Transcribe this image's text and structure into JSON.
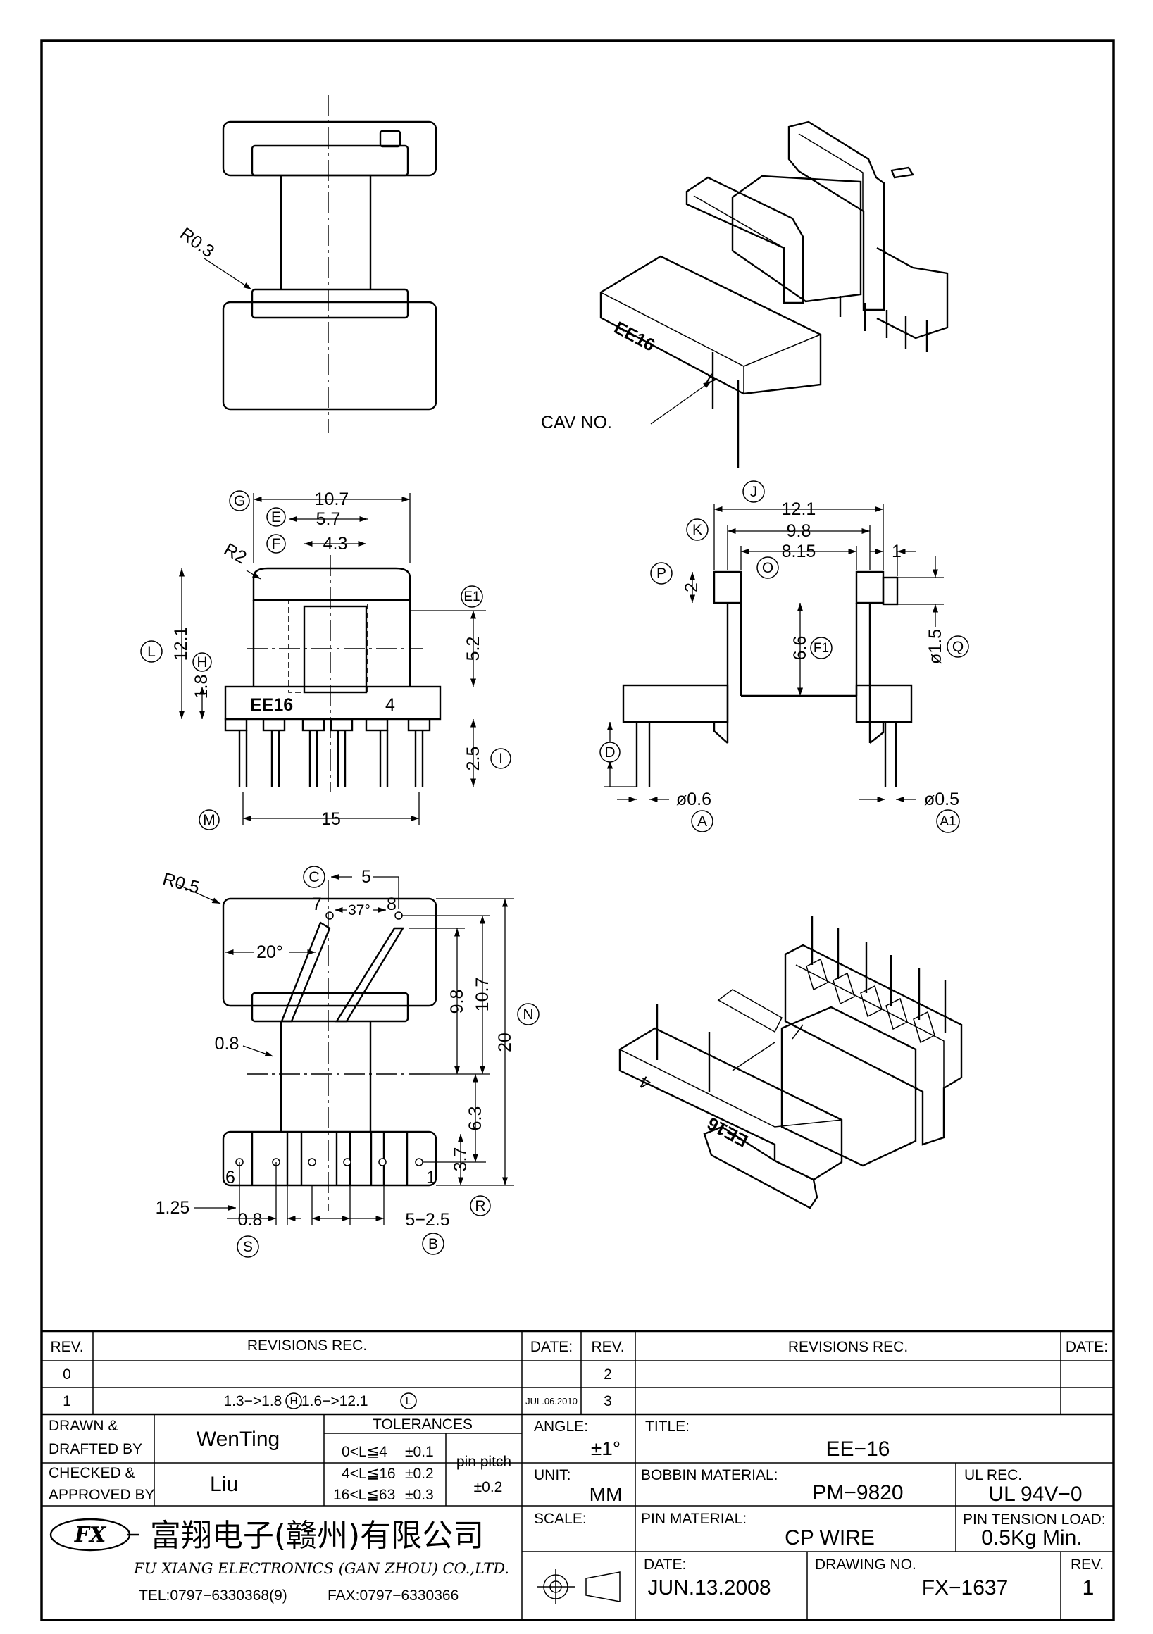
{
  "drawing": {
    "top_view": {
      "radius_label": "R0.3"
    },
    "iso_view_top": {
      "mold_text": "EE16",
      "cavity_text": "4",
      "cav_label": "CAV  NO."
    },
    "front_view": {
      "dims": {
        "width_g": "10.7",
        "width_e": "5.7",
        "width_f": "4.3",
        "radius": "R2",
        "height_l": "12.1",
        "base_h": "1.8",
        "window_e1": "5.2",
        "pin_i": "2.5",
        "span_m": "15"
      },
      "markers": {
        "g": "G",
        "e": "E",
        "f": "F",
        "l": "L",
        "h": "H",
        "e1": "E1",
        "i": "I",
        "m": "M"
      },
      "mold_text": "EE16",
      "cavity_text": "4"
    },
    "side_view": {
      "dims": {
        "j": "12.1",
        "k": "9.8",
        "o": "8.15",
        "one": "1",
        "p": "2",
        "f1": "6.6",
        "q": "ø1.5",
        "a": "ø0.6",
        "a1": "ø0.5"
      },
      "markers": {
        "j": "J",
        "k": "K",
        "o": "O",
        "p": "P",
        "f1": "F1",
        "q": "Q",
        "d": "D",
        "a": "A",
        "a1": "A1"
      }
    },
    "bottom_view": {
      "dims": {
        "r05": "R0.5",
        "c5": "5",
        "angle37": "37°",
        "angle20": "20°",
        "w08a": "0.8",
        "h98": "9.8",
        "h107": "10.7",
        "h20": "20",
        "h63": "6.3",
        "h37": "3.7",
        "l125": "1.25",
        "w08b": "0.8",
        "pitch": "5−2.5"
      },
      "markers": {
        "c": "C",
        "n": "N",
        "r": "R",
        "s": "S",
        "b": "B"
      },
      "pins": {
        "p7": "7",
        "p8": "8",
        "p6": "6",
        "p1": "1"
      }
    },
    "iso_view_bottom": {
      "mold_text": "EE16",
      "cavity_text": "4"
    }
  },
  "revisions": {
    "headers": {
      "rev": "REV.",
      "rec": "REVISIONS   REC.",
      "date": "DATE:"
    },
    "rows_left": [
      {
        "rev": "0",
        "text": "",
        "date": ""
      },
      {
        "rev": "1",
        "text": "1.3−>1.8 , 11.6−>12.1",
        "marker_h": "H",
        "marker_l": "L",
        "date": "JUL.06.2010"
      }
    ],
    "rows_right": [
      {
        "rev": "2"
      },
      {
        "rev": "3"
      }
    ]
  },
  "title_block": {
    "drawn_label": "DRAWN  &",
    "drafted_label": "DRAFTED  BY",
    "drawn_by": "WenTing",
    "checked_label": "CHECKED  &",
    "approved_label": "APPROVED  BY",
    "checked_by": "Liu",
    "tolerances_label": "TOLERANCES",
    "tolerances": [
      {
        "range": "0<L≦4",
        "tol": "±0.1"
      },
      {
        "range": "4<L≦16",
        "tol": "±0.2"
      },
      {
        "range": "16<L≦63",
        "tol": "±0.3"
      }
    ],
    "pin_pitch_label": "pin  pitch",
    "pin_pitch_tol": "±0.2",
    "angle_label": "ANGLE:",
    "angle_value": "±1°",
    "unit_label": "UNIT:",
    "unit_value": "MM",
    "scale_label": "SCALE:",
    "title_label": "TITLE:",
    "title_value": "EE−16",
    "bobbin_material_label": "BOBBIN  MATERIAL:",
    "bobbin_material": "PM−9820",
    "ul_label": "UL  REC.",
    "ul_value": "UL  94V−0",
    "pin_material_label": "PIN  MATERIAL:",
    "pin_material": "CP  WIRE",
    "pin_tension_label": "PIN  TENSION  LOAD:",
    "pin_tension": "0.5Kg  Min.",
    "date_label": "DATE:",
    "date_value": "JUN.13.2008",
    "drawing_no_label": "DRAWING  NO.",
    "drawing_no": "FX−1637",
    "rev_label": "REV.",
    "rev_value": "1",
    "company_cn": "富翔电子(赣州)有限公司",
    "company_en": "FU XIANG ELECTRONICS (GAN ZHOU) CO.,LTD.",
    "tel": "TEL:0797−6330368(9)",
    "fax": "FAX:0797−6330366",
    "logo_text": "FX"
  }
}
